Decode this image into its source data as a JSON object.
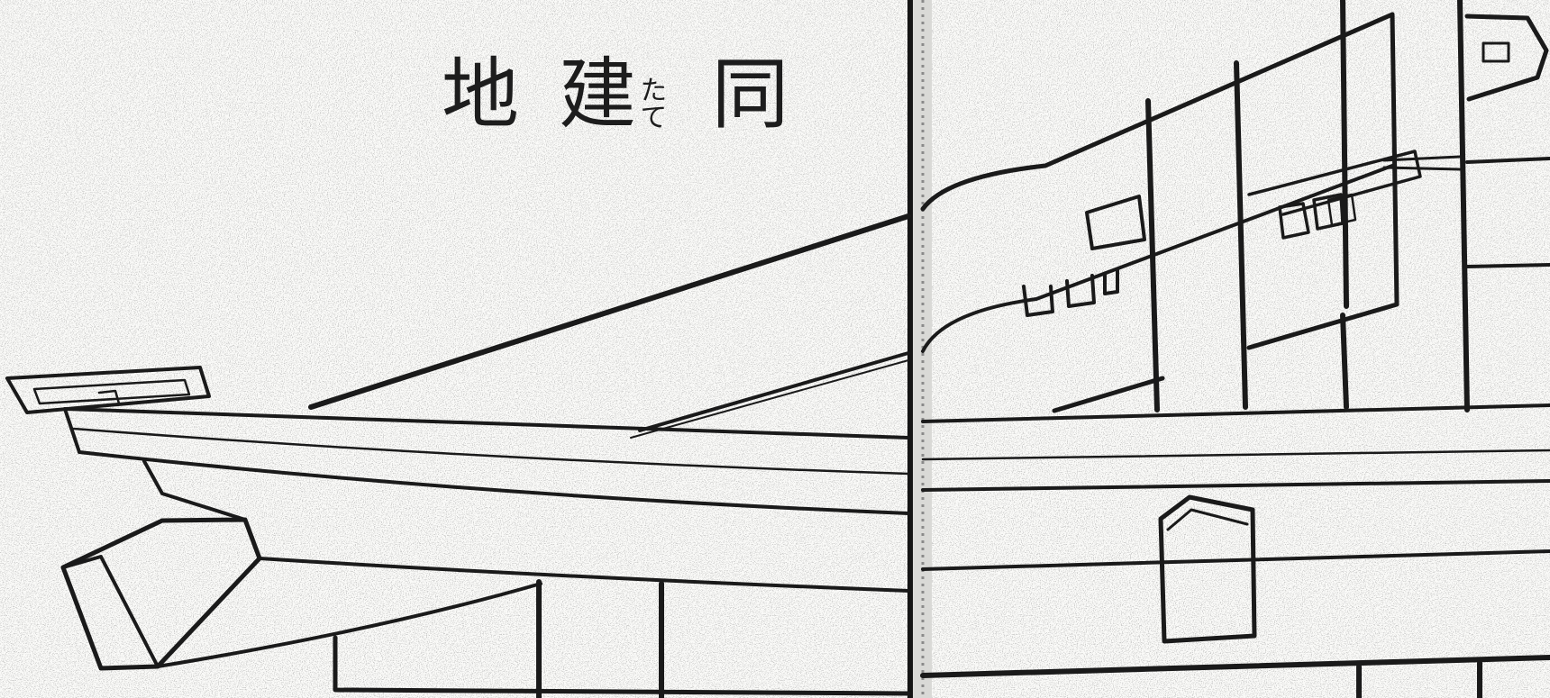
{
  "title": {
    "char_ji": "地",
    "char_tate": "建",
    "furigana_tate": "たて",
    "char_dou": "同"
  },
  "colors": {
    "paper": "#fafaf8",
    "ink": "#1a1a1a",
    "gutter": "#9a9a9a"
  }
}
